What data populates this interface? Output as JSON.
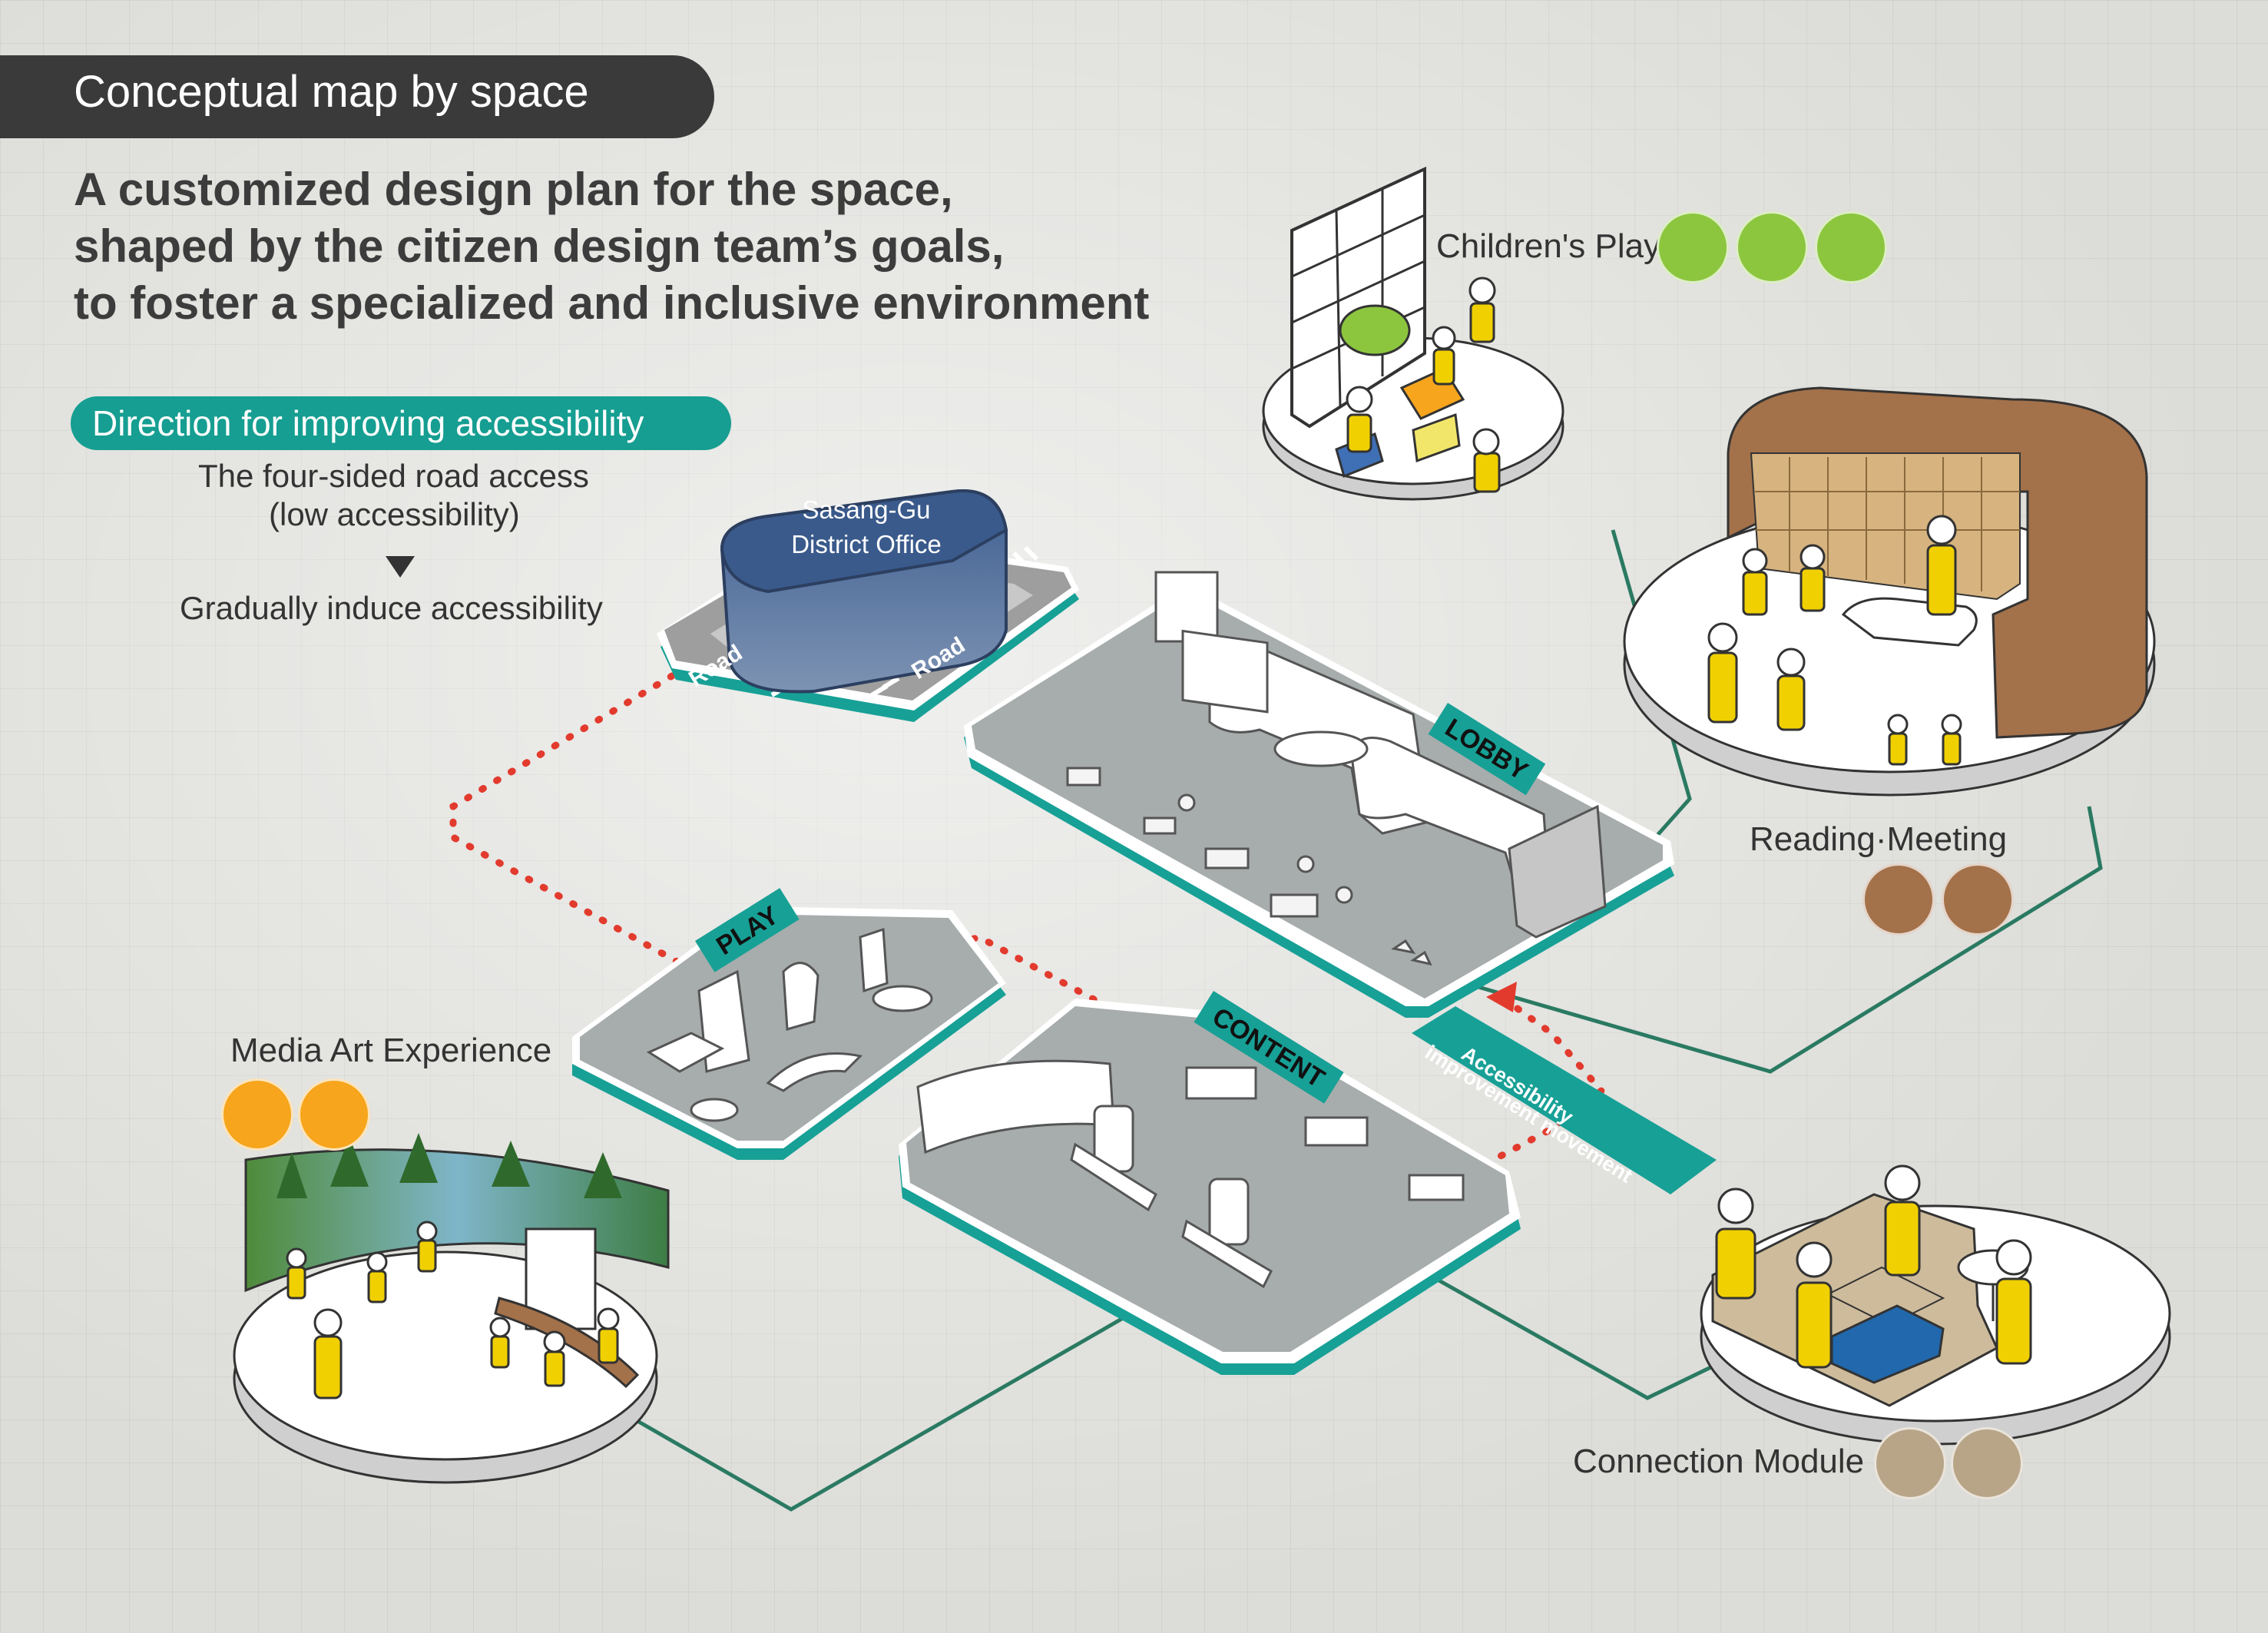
{
  "header": {
    "title": "Conceptual map by space"
  },
  "subtitle": {
    "lines": [
      "A customized design plan for the space,",
      "shaped by the citizen design team’s goals,",
      "to foster a specialized and inclusive environment"
    ]
  },
  "direction": {
    "heading": "Direction for improving accessibility",
    "line1": "The four-sided road access",
    "line2": "(low accessibility)",
    "line3": "Gradually induce accessibility"
  },
  "district": {
    "name_line1": "Sasang-Gu",
    "name_line2": "District Office",
    "road_label": "Road"
  },
  "zones": {
    "lobby": "LOBBY",
    "play": "PLAY",
    "content": "CONTENT"
  },
  "movement": {
    "line1": "Accessibility",
    "line2": "improvement movement"
  },
  "spaces": {
    "childrens_play": "Children's Play",
    "reading_meeting": "Reading·Meeting",
    "media_art": "Media Art Experience",
    "connection_module": "Connection Module"
  },
  "colors": {
    "green": "#8cc63f",
    "brown": "#a3714a",
    "orange": "#f6a51c",
    "beige": "#b8a588",
    "teal": "#17a096",
    "district_blue": "#3a5a8c",
    "route_red": "#e23b2e",
    "connector": "#2a7a62"
  },
  "icons": {
    "childrens_play": [
      "children-group-icon",
      "child-desk-icon",
      "family-icon"
    ],
    "reading_meeting": [
      "meeting-table-icon",
      "reading-desk-icon"
    ],
    "media_art": [
      "media-screen-icon",
      "visitors-icon"
    ],
    "connection_module": [
      "people-connect-icon",
      "community-group-icon"
    ]
  }
}
